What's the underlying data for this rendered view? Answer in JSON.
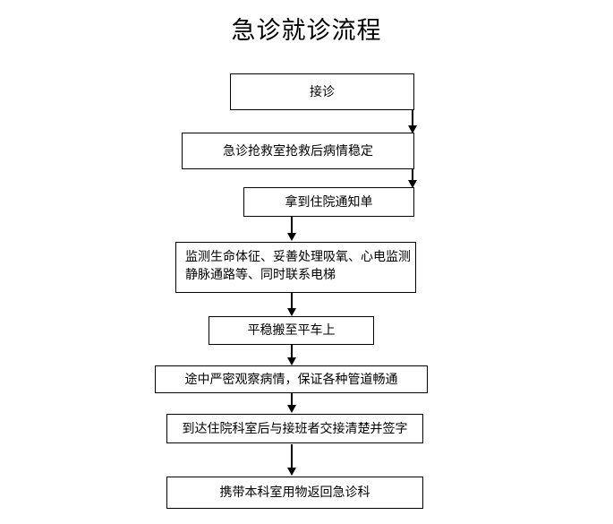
{
  "title": "急诊就诊流程",
  "colors": {
    "background": "#ffffff",
    "box_border": "#000000",
    "text": "#000000",
    "arrow": "#000000"
  },
  "flowchart": {
    "type": "flowchart",
    "orientation": "top-to-bottom",
    "nodes": [
      {
        "id": "n1",
        "label": "接诊",
        "shape": "rectangle",
        "lines": [
          "接诊"
        ]
      },
      {
        "id": "n2",
        "label": "急诊抢救室抢救后病情稳定",
        "shape": "rectangle",
        "lines": [
          "急诊抢救室抢救后病情稳定"
        ]
      },
      {
        "id": "n3",
        "label": "拿到住院通知单",
        "shape": "rectangle",
        "lines": [
          "拿到住院通知单"
        ]
      },
      {
        "id": "n4",
        "label": "监测生命体征、妥善处理吸氧、心电监测静脉通路等、同时联系电梯",
        "shape": "rectangle",
        "lines": [
          "监测生命体征、妥善处理吸氧、心电监测",
          "静脉通路等、同时联系电梯"
        ]
      },
      {
        "id": "n5",
        "label": "平稳搬至平车上",
        "shape": "rectangle",
        "lines": [
          "平稳搬至平车上"
        ]
      },
      {
        "id": "n6",
        "label": "途中严密观察病情，保证各种管道畅通",
        "shape": "rectangle",
        "lines": [
          "途中严密观察病情，保证各种管道畅通"
        ]
      },
      {
        "id": "n7",
        "label": "到达住院科室后与接班者交接清楚并签字",
        "shape": "rectangle",
        "lines": [
          "到达住院科室后与接班者交接清楚并签字"
        ]
      },
      {
        "id": "n8",
        "label": "携带本科室用物返回急诊科",
        "shape": "rectangle",
        "lines": [
          "携带本科室用物返回急诊科"
        ]
      }
    ],
    "edges": [
      {
        "from": "n1",
        "to": "n2",
        "style": "arrow-down"
      },
      {
        "from": "n2",
        "to": "n3",
        "style": "arrow-down"
      },
      {
        "from": "n3",
        "to": "n4",
        "style": "arrow-down"
      },
      {
        "from": "n4",
        "to": "n5",
        "style": "arrow-down"
      },
      {
        "from": "n5",
        "to": "n6",
        "style": "arrow-down"
      },
      {
        "from": "n6",
        "to": "n7",
        "style": "arrow-down"
      },
      {
        "from": "n7",
        "to": "n8",
        "style": "arrow-down"
      }
    ]
  }
}
